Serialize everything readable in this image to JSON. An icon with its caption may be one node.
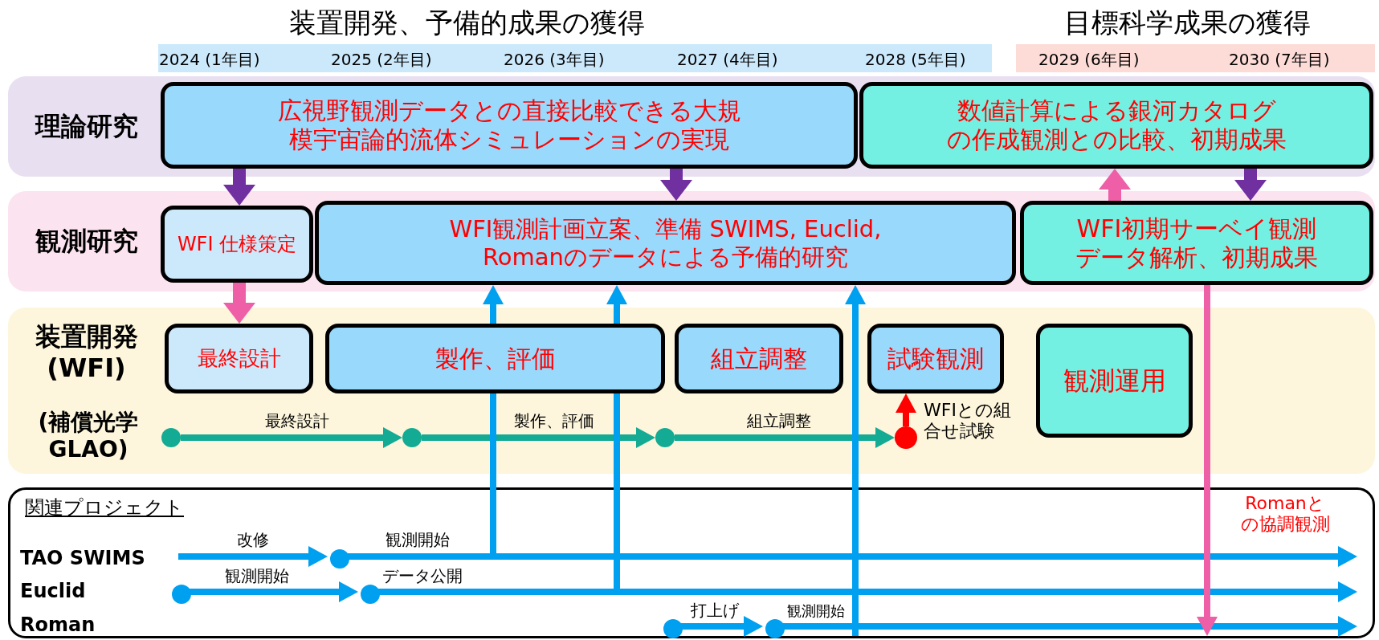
{
  "diagram": {
    "nodes": [
      {
        "text": [
          "理論研究"
        ]
      },
      {
        "text": [
          "広視野観測データとの直接比較できる大規模宇宙論的流体シミュレーションの実現"
        ],
        "in": 0
      },
      {
        "text": [
          "数値計算による銀河カタログの作成観測との比較、初期成果"
        ],
        "in": 0
      },
      {
        "text": [
          "観測研究"
        ]
      },
      {
        "text": [
          "WFI 仕様策定"
        ],
        "in": 3
      },
      {
        "text": [
          "WFI観測計画立案、準備 SWIMS, Euclid, Romanのデータによる予備的研究"
        ],
        "in": 3
      },
      {
        "text": [
          "WFI初期サーベイ観測データ解析、初期成果"
        ],
        "in": 3
      },
      {
        "text": [
          "装置開発(WFI)",
          "(補償光学GLAO)"
        ]
      },
      {
        "text": [
          "最終設計"
        ],
        "in": 7
      },
      {
        "text": [
          "製作、評価"
        ],
        "in": 7
      },
      {
        "text": [
          "組立調整"
        ],
        "in": 7
      },
      {
        "text": [
          "試験観測"
        ],
        "in": 7
      },
      {
        "text": [
          "観測運用"
        ],
        "in": 7
      },
      {
        "text": [],
        "shape": "circle",
        "in": 7
      },
      {
        "text": [],
        "shape": "circle",
        "in": 7
      },
      {
        "text": [],
        "shape": "circle",
        "in": 7
      },
      {
        "text": [],
        "shape": "circle",
        "in": 7,
        "beside": [
          "WFIとの組合せ試験"
        ]
      },
      {
        "text": [
          "関連プロジェクト"
        ]
      },
      {
        "text": [
          "TAO SWIMS"
        ],
        "in": 17
      },
      {
        "text": [],
        "shape": "circle",
        "in": 17
      },
      {
        "text": [],
        "shape": "circle",
        "in": 17
      },
      {
        "text": [],
        "shape": "circle",
        "in": 17
      },
      {
        "text": [],
        "shape": "circle",
        "in": 17
      },
      {
        "text": [],
        "shape": "circle",
        "in": 17
      }
    ],
    "edges": [
      {
        "from": 1,
        "to": 4,
        "arrow": "to",
        "style": "thick",
        "color": "#7030a0"
      },
      {
        "from": 1,
        "to": 5,
        "arrow": "to",
        "style": "thick",
        "color": "#7030a0"
      },
      {
        "from": 2,
        "to": 6,
        "arrow": "to",
        "style": "thick",
        "color": "#7030a0"
      },
      {
        "from": 6,
        "to": 2,
        "arrow": "to",
        "style": "thick",
        "color": "#ee5fa7"
      },
      {
        "from": 4,
        "to": 8,
        "arrow": "to",
        "style": "thick",
        "color": "#ee5fa7"
      },
      {
        "from": 13,
        "to": 14,
        "arrow": "to",
        "label": "最終設計",
        "color": "#13ab93"
      },
      {
        "from": 14,
        "to": 15,
        "arrow": "to",
        "label": "製作、評価",
        "color": "#13ab93"
      },
      {
        "from": 15,
        "to": 16,
        "arrow": "to",
        "label": "組立調整",
        "color": "#13ab93"
      },
      {
        "from": 16,
        "to": 11,
        "arrow": "to",
        "color": "#ff0000"
      },
      {
        "from": 18,
        "to": 19,
        "arrow": "to",
        "label": "改修"
      },
      {
        "from": 19,
        "to": null,
        "arrow": "to",
        "label": "観測開始"
      },
      {
        "from": 20,
        "to": 21,
        "arrow": "to",
        "label": "観測開始"
      },
      {
        "from": 21,
        "to": null,
        "arrow": "to",
        "label": "データ公開"
      },
      {
        "from": 22,
        "to": 23,
        "arrow": "to",
        "label": "打上げ"
      },
      {
        "from": 23,
        "to": null,
        "arrow": "to",
        "label": "観測開始"
      },
      {
        "from": null,
        "to": 5,
        "arrow": "to"
      },
      {
        "from": null,
        "to": 5,
        "arrow": "to"
      },
      {
        "from": 17,
        "to": 5,
        "arrow": "to"
      },
      {
        "from": 6,
        "to": 17,
        "arrow": "to",
        "label": "Romanとの協調観測",
        "color": "#ee5fa7"
      }
    ],
    "labels": [
      "装置開発、予備的成果の獲得",
      "目標科学成果の獲得",
      "2024 (1年目)",
      "2025 (2年目)",
      "2026 (3年目)",
      "2027 (4年目)",
      "2028 (5年目)",
      "2029 (6年目)",
      "2030 (7年目)",
      "Euclid",
      "Roman"
    ]
  }
}
